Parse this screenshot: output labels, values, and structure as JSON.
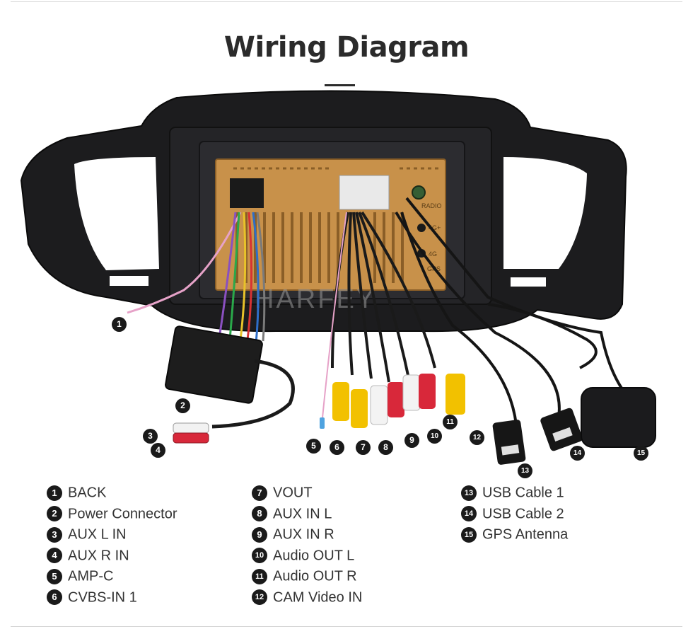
{
  "title": "Wiring Diagram",
  "brand_watermark": "HARFEY",
  "unit_labels": {
    "radio": "RADIO",
    "port_4g_plus": "4G+",
    "port_4g": "4G",
    "gps": "GPS"
  },
  "callouts": [
    "1",
    "2",
    "3",
    "4",
    "5",
    "6",
    "7",
    "8",
    "9",
    "10",
    "11",
    "12",
    "13",
    "14",
    "15"
  ],
  "legend": {
    "col1": [
      {
        "num": "1",
        "label": "BACK"
      },
      {
        "num": "2",
        "label": "Power Connector"
      },
      {
        "num": "3",
        "label": "AUX L IN"
      },
      {
        "num": "4",
        "label": "AUX R IN"
      },
      {
        "num": "5",
        "label": "AMP-C"
      },
      {
        "num": "6",
        "label": "CVBS-IN 1"
      }
    ],
    "col2": [
      {
        "num": "7",
        "label": "VOUT"
      },
      {
        "num": "8",
        "label": "AUX IN L"
      },
      {
        "num": "9",
        "label": "AUX IN R"
      },
      {
        "num": "10",
        "label": "Audio OUT L"
      },
      {
        "num": "11",
        "label": "Audio OUT R"
      },
      {
        "num": "12",
        "label": "CAM Video IN"
      }
    ],
    "col3": [
      {
        "num": "13",
        "label": "USB Cable 1"
      },
      {
        "num": "14",
        "label": "USB Cable 2"
      },
      {
        "num": "15",
        "label": "GPS Antenna"
      }
    ]
  },
  "colors": {
    "frame": "#1c1c1e",
    "unit_board": "#c8914a",
    "rca_yellow": "#f2c100",
    "rca_red": "#d8283a",
    "rca_white": "#f3f3f3",
    "legend_badge": "#1a1a1a"
  }
}
